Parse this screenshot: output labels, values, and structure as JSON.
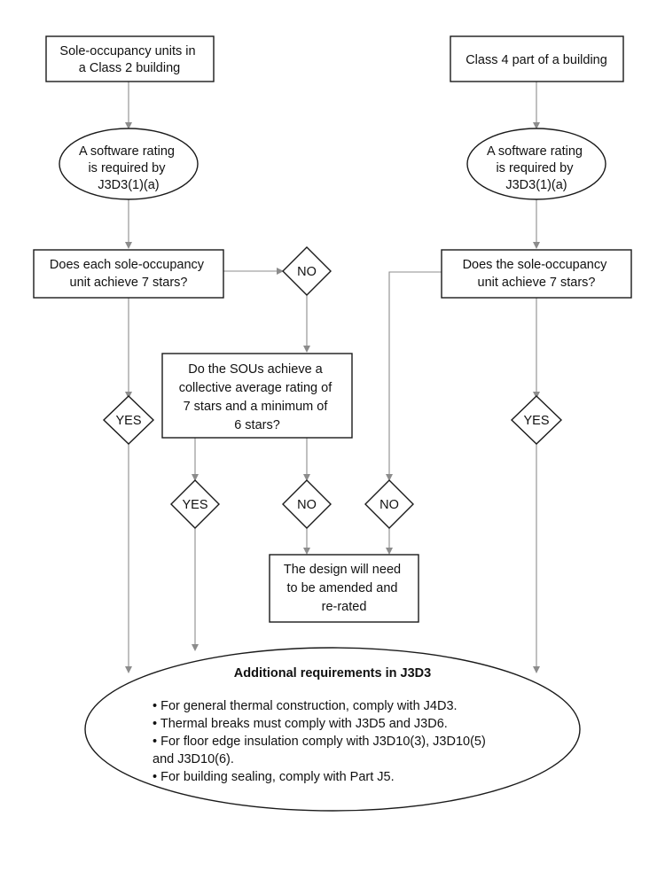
{
  "nodes": {
    "class2_start": {
      "lines": [
        "Sole-occupancy units in",
        "a Class 2 building"
      ]
    },
    "class4_start": {
      "lines": [
        "Class 4 part of a building"
      ]
    },
    "rating_left": {
      "lines": [
        "A software rating",
        "is required by",
        "J3D3(1)(a)"
      ]
    },
    "rating_right": {
      "lines": [
        "A software rating",
        "is required by",
        "J3D3(1)(a)"
      ]
    },
    "each_sou_7stars": {
      "lines": [
        "Does each sole-occupancy",
        "unit achieve 7 stars?"
      ]
    },
    "sou_7stars": {
      "lines": [
        "Does the sole-occupancy",
        "unit achieve 7 stars?"
      ]
    },
    "collective_avg": {
      "lines": [
        "Do the SOUs achieve a",
        "collective average rating of",
        "7 stars and a minimum of",
        "6 stars?"
      ]
    },
    "redesign": {
      "lines": [
        "The design will need",
        "to be amended and",
        "re-rated"
      ]
    },
    "additional": {
      "title": "Additional requirements in J3D3",
      "lines": [
        "• For general thermal construction, comply with J4D3.",
        "• Thermal breaks must comply with J3D5 and J3D6.",
        "• For floor edge insulation comply with J3D10(3), J3D10(5)",
        "and J3D10(6).",
        "• For building sealing, comply with Part J5."
      ]
    }
  },
  "decisions": {
    "no_top": "NO",
    "yes_left": "YES",
    "yes_right": "YES",
    "yes_mid": "YES",
    "no_mid": "NO",
    "no_right": "NO"
  }
}
